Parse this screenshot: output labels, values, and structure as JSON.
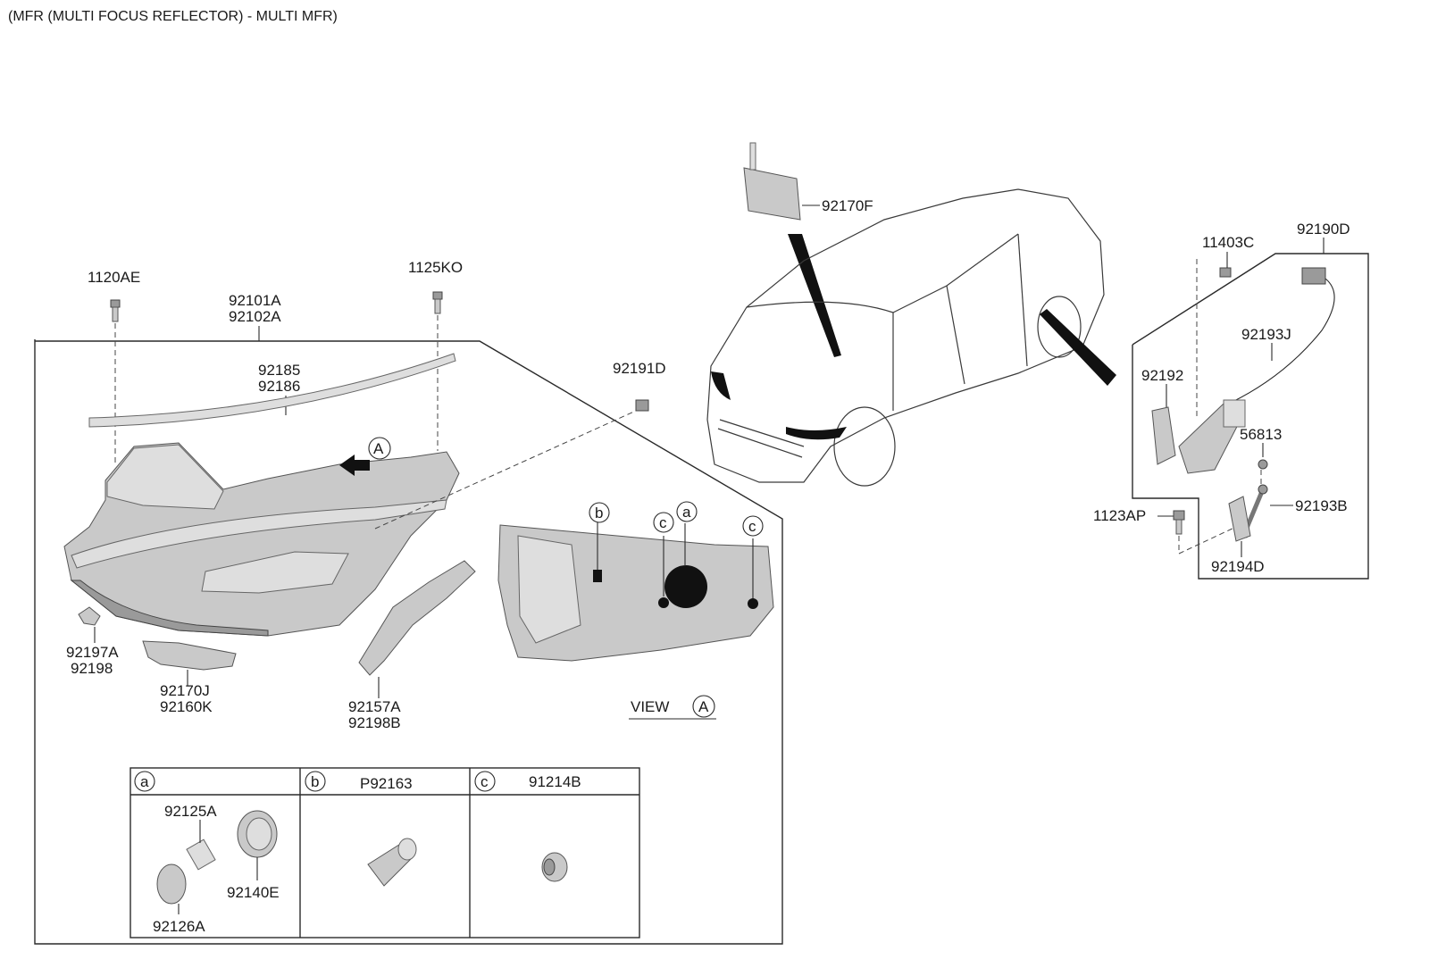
{
  "title": "(MFR (MULTI FOCUS REFLECTOR) - MULTI MFR)",
  "parts": {
    "p1120AE": "1120AE",
    "p92101A": "92101A",
    "p92102A": "92102A",
    "p1125KO": "1125KO",
    "p92185": "92185",
    "p92186": "92186",
    "p92191D": "92191D",
    "p92170F": "92170F",
    "p92197A": "92197A",
    "p92198": "92198",
    "p92170J": "92170J",
    "p92160K": "92160K",
    "p92157A": "92157A",
    "p92198B": "92198B",
    "p11403C": "11403C",
    "p92190D": "92190D",
    "p92193J": "92193J",
    "p92192": "92192",
    "p56813": "56813",
    "p1123AP": "1123AP",
    "p92193B": "92193B",
    "p92194D": "92194D"
  },
  "callouts": {
    "A": "A",
    "a": "a",
    "b": "b",
    "c": "c"
  },
  "view": {
    "label": "VIEW",
    "letter": "A"
  },
  "table": {
    "a_letter": "a",
    "b_letter": "b",
    "c_letter": "c",
    "b_part": "P92163",
    "c_part": "91214B",
    "a_92125A": "92125A",
    "a_92140E": "92140E",
    "a_92126A": "92126A"
  },
  "icons": [
    "arrow-view-icon",
    "bolt-icon",
    "clip-icon",
    "headlamp-icon",
    "vehicle-icon",
    "sensor-icon",
    "bulb-socket-icon",
    "cap-icon"
  ]
}
